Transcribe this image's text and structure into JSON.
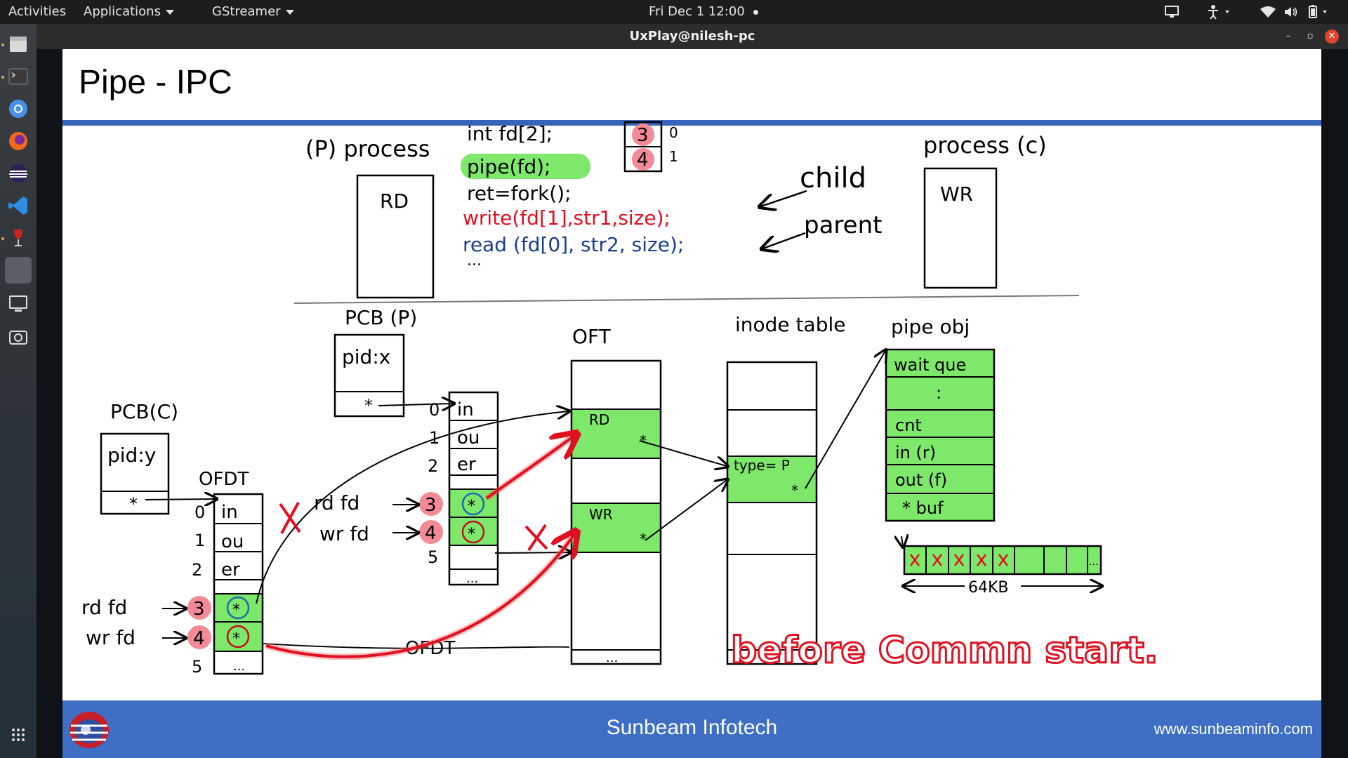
{
  "topbar": {
    "activities": "Activities",
    "applications": "Applications",
    "app_menu": "GStreamer",
    "clock": "Fri Dec 1  12:00"
  },
  "window": {
    "title": "UxPlay@nilesh-pc"
  },
  "slide": {
    "title": "Pipe - IPC",
    "footer_center": "Sunbeam Infotech",
    "footer_url": "www.sunbeaminfo.com"
  },
  "sketch": {
    "parent_label": "(P) process",
    "child_label": "process (c)",
    "parent_box": "RD",
    "child_box": "WR",
    "code": [
      "int fd[2];",
      "pipe(fd);",
      "ret=fork();",
      "write(fd[1],str1,size);",
      "read (fd[0], str2, size);",
      "..."
    ],
    "fd_values": [
      "3",
      "4"
    ],
    "fd_index": [
      "0",
      "1"
    ],
    "note_child": "child",
    "note_parent": "parent",
    "pcb_p": "PCB (P)",
    "pcb_p_pid": "pid:x",
    "pcb_c": "PCB(C)",
    "pcb_c_pid": "pid:y",
    "star": "*",
    "ofdt": "OFDT",
    "ofdt_rows": [
      "in",
      "ou",
      "er"
    ],
    "row_index": [
      "0",
      "1",
      "2",
      "5"
    ],
    "rdfd": "rd fd",
    "wrfd": "wr fd",
    "oft": "OFT",
    "oft_rd": "RD",
    "oft_wr": "WR",
    "inode": "inode table",
    "inode_type": "type= P",
    "pipeobj": "pipe obj",
    "pipe_rows": [
      "wait que",
      ":",
      "cnt",
      "in (r)",
      "out (f)",
      "* buf"
    ],
    "buffer_size": "64KB",
    "ellipsis": "...",
    "cross": "X",
    "note_red": "before Commn start."
  },
  "colors": {
    "accent": "#3664b8",
    "footer": "#3e6fc4",
    "highlight": "#7ee86a",
    "pink": "#f48a96",
    "red_ink": "#e01020",
    "blue_ink": "#1a3f8f"
  }
}
